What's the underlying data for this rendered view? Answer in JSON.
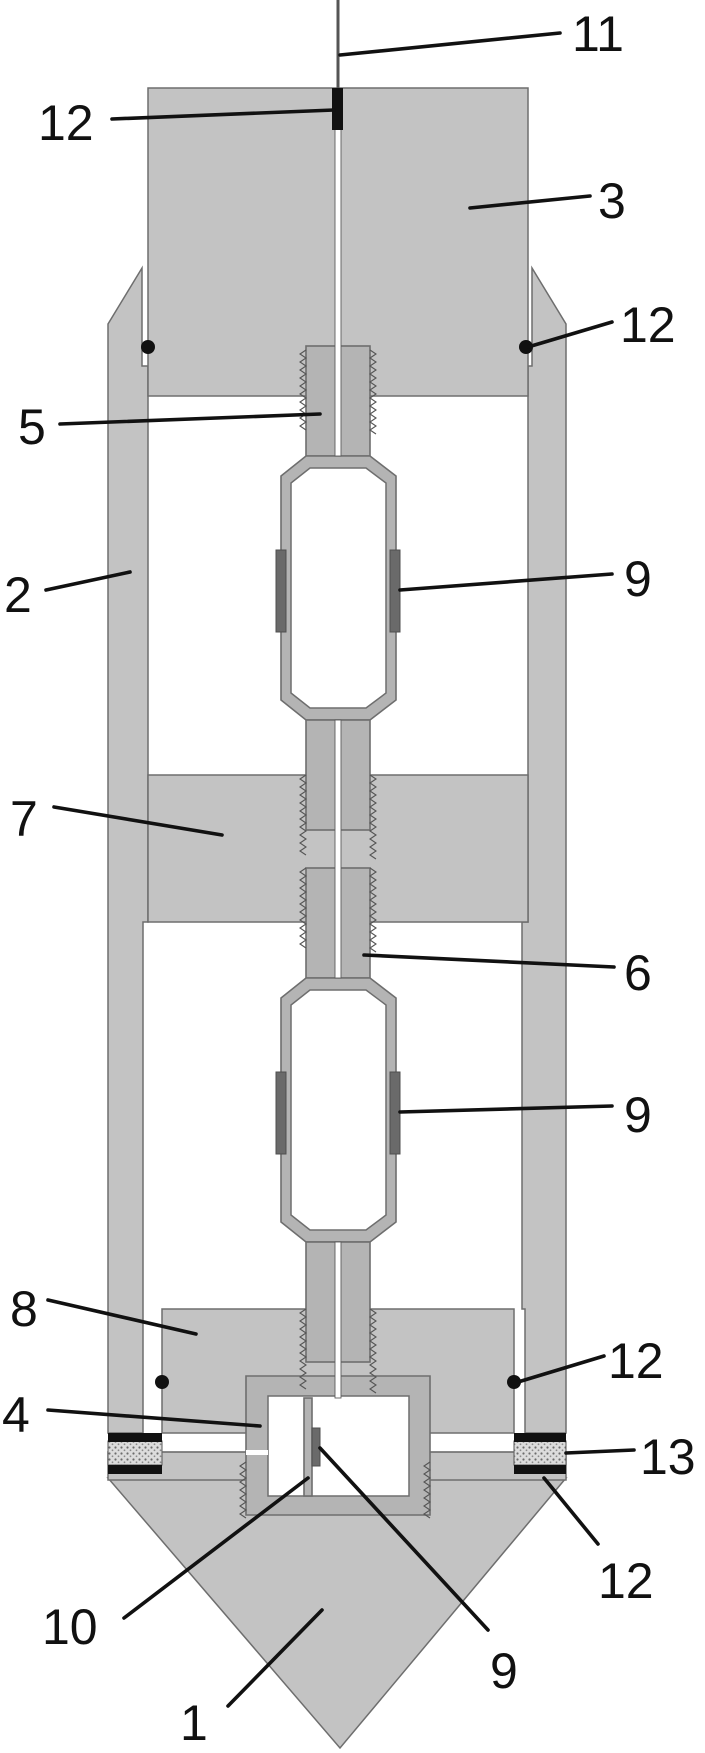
{
  "figure": {
    "labels": [
      {
        "id": "label-11-top",
        "text": "11"
      },
      {
        "id": "label-12-top-left",
        "text": "12"
      },
      {
        "id": "label-3",
        "text": "3"
      },
      {
        "id": "label-12-right",
        "text": "12"
      },
      {
        "id": "label-5",
        "text": "5"
      },
      {
        "id": "label-2",
        "text": "2"
      },
      {
        "id": "label-9-upper",
        "text": "9"
      },
      {
        "id": "label-7",
        "text": "7"
      },
      {
        "id": "label-6",
        "text": "6"
      },
      {
        "id": "label-9-middle",
        "text": "9"
      },
      {
        "id": "label-8",
        "text": "8"
      },
      {
        "id": "label-12-lower",
        "text": "12"
      },
      {
        "id": "label-4",
        "text": "4"
      },
      {
        "id": "label-13",
        "text": "13"
      },
      {
        "id": "label-10",
        "text": "10"
      },
      {
        "id": "label-12-bottom",
        "text": "12"
      },
      {
        "id": "label-9-bottom",
        "text": "9"
      },
      {
        "id": "label-1",
        "text": "1"
      }
    ]
  }
}
